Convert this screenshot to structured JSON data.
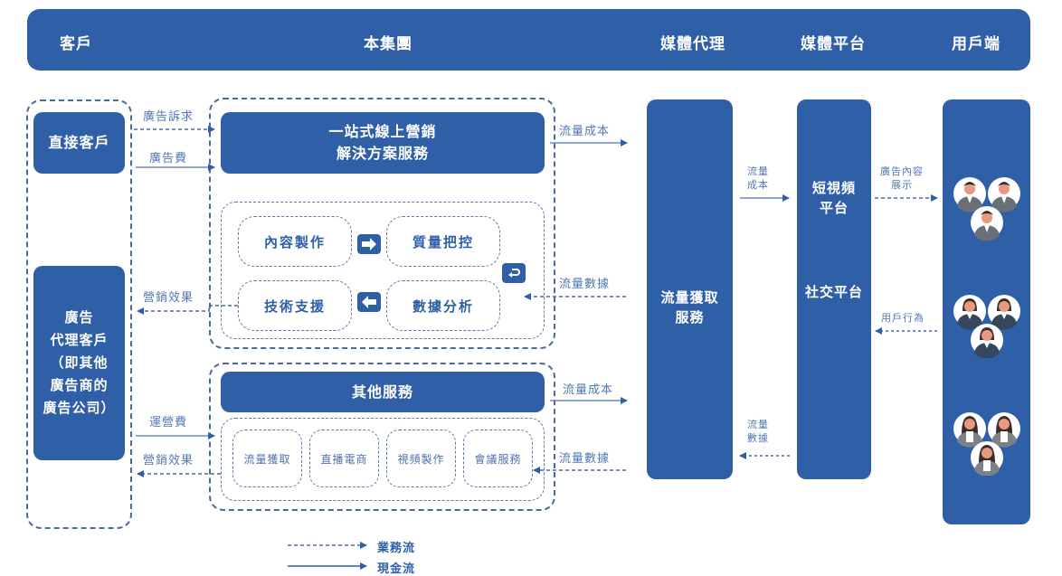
{
  "header": {
    "columns": [
      "客戶",
      "本集團",
      "媒體代理",
      "媒體平台",
      "用戶端"
    ]
  },
  "clients": {
    "direct": "直接客戶",
    "agency_lines": [
      "廣告",
      "代理客戶",
      "（即其他",
      "廣告商的",
      "廣告公司）"
    ]
  },
  "group": {
    "main_service": [
      "一站式線上營銷",
      "解決方案服務"
    ],
    "process_steps": [
      "內容製作",
      "質量把控",
      "技術支援",
      "數據分析"
    ],
    "other_service": "其他服務",
    "other_items": [
      "流量獲取",
      "直播電商",
      "視頻製作",
      "會議服務"
    ]
  },
  "media_agency": {
    "box": [
      "流量獲取",
      "服務"
    ]
  },
  "platforms": {
    "short_video": [
      "短視頻",
      "平台"
    ],
    "social": "社交平台"
  },
  "flows": {
    "ad_demand": "廣告訴求",
    "ad_fee": "廣告費",
    "marketing_effect_1": "營銷效果",
    "service_fee": "運營費",
    "marketing_effect_2": "營銷效果",
    "traffic_cost_1": "流量成本",
    "traffic_data_1": "流量數據",
    "traffic_cost_2": "流量成本",
    "traffic_data_2": "流量數據",
    "traffic_cost_3": [
      "流量",
      "成本"
    ],
    "traffic_data_3": [
      "流量",
      "數據"
    ],
    "ad_display": [
      "廣告內容",
      "展示"
    ],
    "user_behavior": "用戶行為"
  },
  "legend": {
    "business_flow": "業務流",
    "cash_flow": "現金流"
  },
  "icons": {
    "arrow_right": "arrow-right-icon",
    "arrow_left": "arrow-left-icon",
    "loop": "return-loop-icon",
    "users": "user-group-icon"
  },
  "colors": {
    "primary": "#2f5fa7",
    "dashed": "#4a6a9e",
    "label": "#5278b3"
  }
}
